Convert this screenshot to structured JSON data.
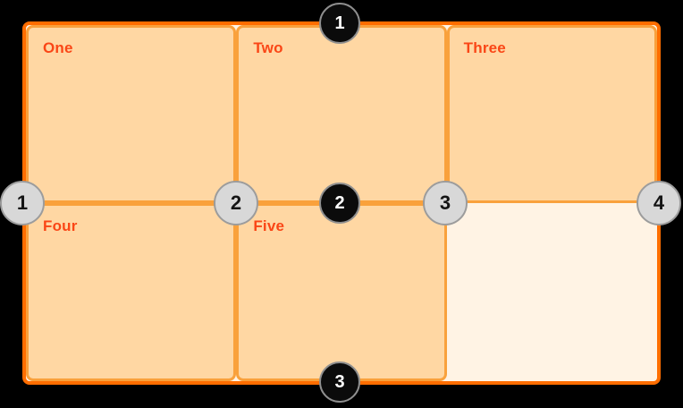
{
  "grid": {
    "cells": [
      {
        "label": "One"
      },
      {
        "label": "Two"
      },
      {
        "label": "Three"
      },
      {
        "label": "Four"
      },
      {
        "label": "Five"
      },
      {
        "label": ""
      }
    ]
  },
  "row_lines": {
    "markers": [
      {
        "label": "1"
      },
      {
        "label": "2"
      },
      {
        "label": "3"
      }
    ]
  },
  "column_lines": {
    "markers": [
      {
        "label": "1"
      },
      {
        "label": "2"
      },
      {
        "label": "3"
      },
      {
        "label": "4"
      }
    ]
  },
  "colors": {
    "page_background": "#000000",
    "container_border": "#ff6d00",
    "container_fill": "#fff3e4",
    "cell_fill": "#ffd7a3",
    "cell_border": "#f9a13c",
    "cell_label_text": "#fa4616",
    "row_marker_fill": "#0b0b0b",
    "row_marker_text": "#ffffff",
    "row_marker_ring": "#8f8f8f",
    "column_marker_fill": "#d8d8d8",
    "column_marker_text": "#141414",
    "column_marker_ring": "#9c9c9c"
  }
}
